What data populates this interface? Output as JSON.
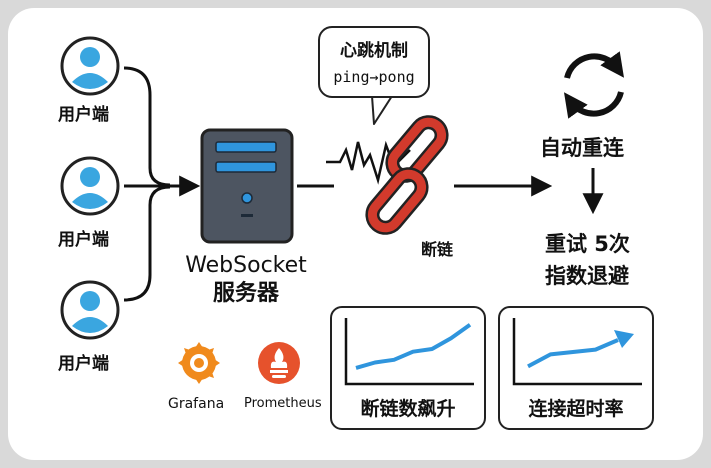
{
  "clients": [
    {
      "label": "用户端"
    },
    {
      "label": "用户端"
    },
    {
      "label": "用户端"
    }
  ],
  "server": {
    "line1": "WebSocket",
    "line2": "服务器"
  },
  "heartbeat": {
    "title": "心跳机制",
    "subtitle": "ping→pong"
  },
  "disconnect": {
    "label": "断链"
  },
  "reconnect": {
    "label": "自动重连"
  },
  "retry": {
    "line1": "重试 5次",
    "line2": "指数退避"
  },
  "monitoring": {
    "grafana": "Grafana",
    "prometheus": "Prometheus"
  },
  "metrics": [
    {
      "label": "断链数飙升",
      "trend": [
        0.15,
        0.25,
        0.3,
        0.45,
        0.5,
        0.7,
        0.95
      ]
    },
    {
      "label": "连接超时率",
      "trend": [
        0.2,
        0.45,
        0.5,
        0.55,
        0.75
      ]
    }
  ],
  "colors": {
    "avatar": "#3aa6e0",
    "server_body": "#4d5561",
    "server_slot": "#2f95dd",
    "chain": "#d23a2c",
    "trend_line": "#2f95dd",
    "grafana": "#f08a1c",
    "prometheus": "#e6522c"
  },
  "icons": [
    "user-icon",
    "server-icon",
    "broken-chain-icon",
    "refresh-icon",
    "grafana-logo",
    "prometheus-logo"
  ]
}
